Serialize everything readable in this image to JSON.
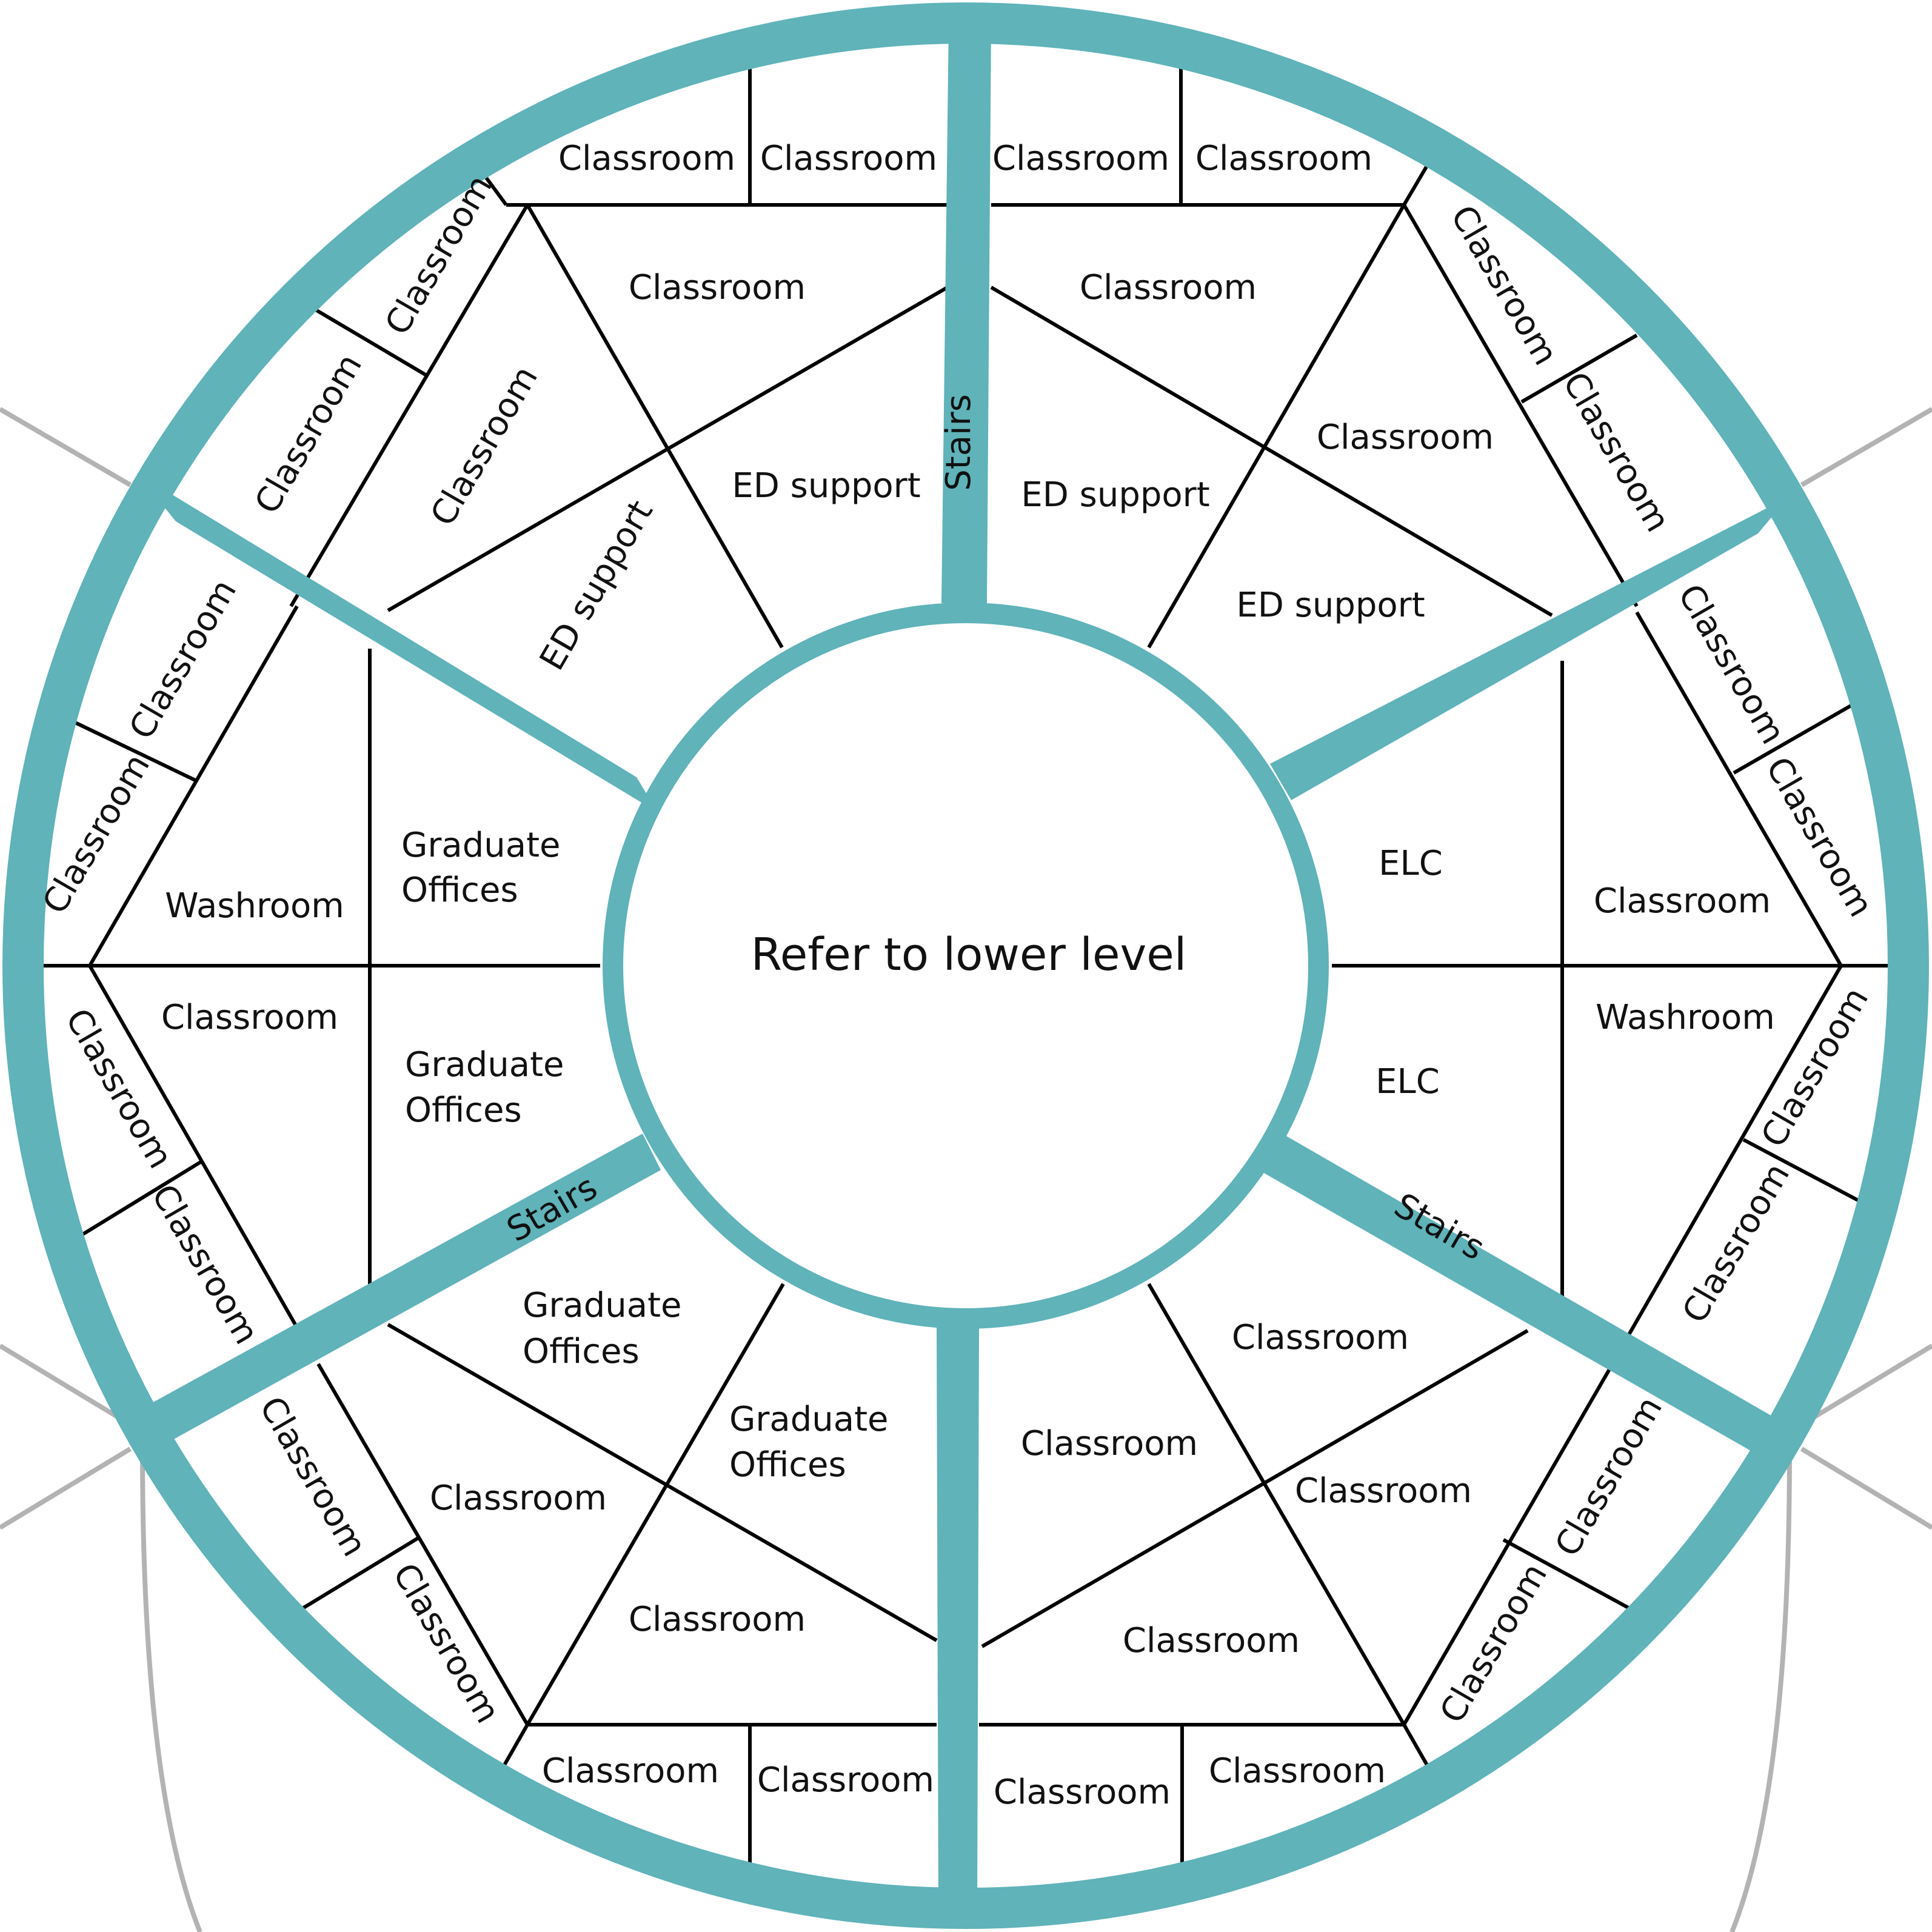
{
  "colors": {
    "wall_accent": "#5fb3b9",
    "room_line": "#000000",
    "outer_context_line": "#b3b3b3",
    "background": "#ffffff"
  },
  "center": {
    "label": "Refer to lower level"
  },
  "rooms": {
    "top_outer": [
      "Classroom",
      "Classroom",
      "Classroom",
      "Classroom"
    ],
    "top_left_sector": {
      "inner_top": "Classroom",
      "inner_mid": "ED support",
      "outer_left": "Classroom",
      "outer_upper": "Classroom",
      "inner_left": "Classroom",
      "inner_lower": "ED support"
    },
    "top_right_sector": {
      "inner_top": "Classroom",
      "inner_mid": "ED support",
      "outer_upper": "Classroom",
      "outer_lower": "Classroom",
      "inner_right": "Classroom",
      "inner_lower": "ED support"
    },
    "left_sector": {
      "outer_top": "Classroom",
      "outer_bottom": "Classroom",
      "washroom": "Washroom",
      "graduate_offices_upper": [
        "Graduate",
        "Offices"
      ],
      "classroom": "Classroom",
      "graduate_offices_lower": [
        "Graduate",
        "Offices"
      ],
      "outer_lower_top": "Classroom",
      "outer_lower_bottom": "Classroom"
    },
    "right_sector": {
      "outer_top": "Classroom",
      "outer_bottom": "Classroom",
      "elc_upper": "ELC",
      "classroom": "Classroom",
      "elc_lower": "ELC",
      "washroom": "Washroom",
      "outer_lower_top": "Classroom",
      "outer_lower_bottom": "Classroom"
    },
    "bottom_left_sector": {
      "graduate_offices_upper": [
        "Graduate",
        "Offices"
      ],
      "graduate_offices_lower": [
        "Graduate",
        "Offices"
      ],
      "inner_left": "Classroom",
      "inner_bottom": "Classroom",
      "outer_upper": "Classroom",
      "outer_lower": "Classroom"
    },
    "bottom_right_sector": {
      "inner_top": "Classroom",
      "inner_left": "Classroom",
      "inner_right": "Classroom",
      "inner_bottom": "Classroom",
      "outer_upper": "Classroom",
      "outer_lower": "Classroom"
    },
    "bottom_outer": [
      "Classroom",
      "Classroom",
      "Classroom",
      "Classroom"
    ]
  },
  "stairs": {
    "top": "Stairs",
    "lower_left": "Stairs",
    "lower_right": "Stairs"
  }
}
